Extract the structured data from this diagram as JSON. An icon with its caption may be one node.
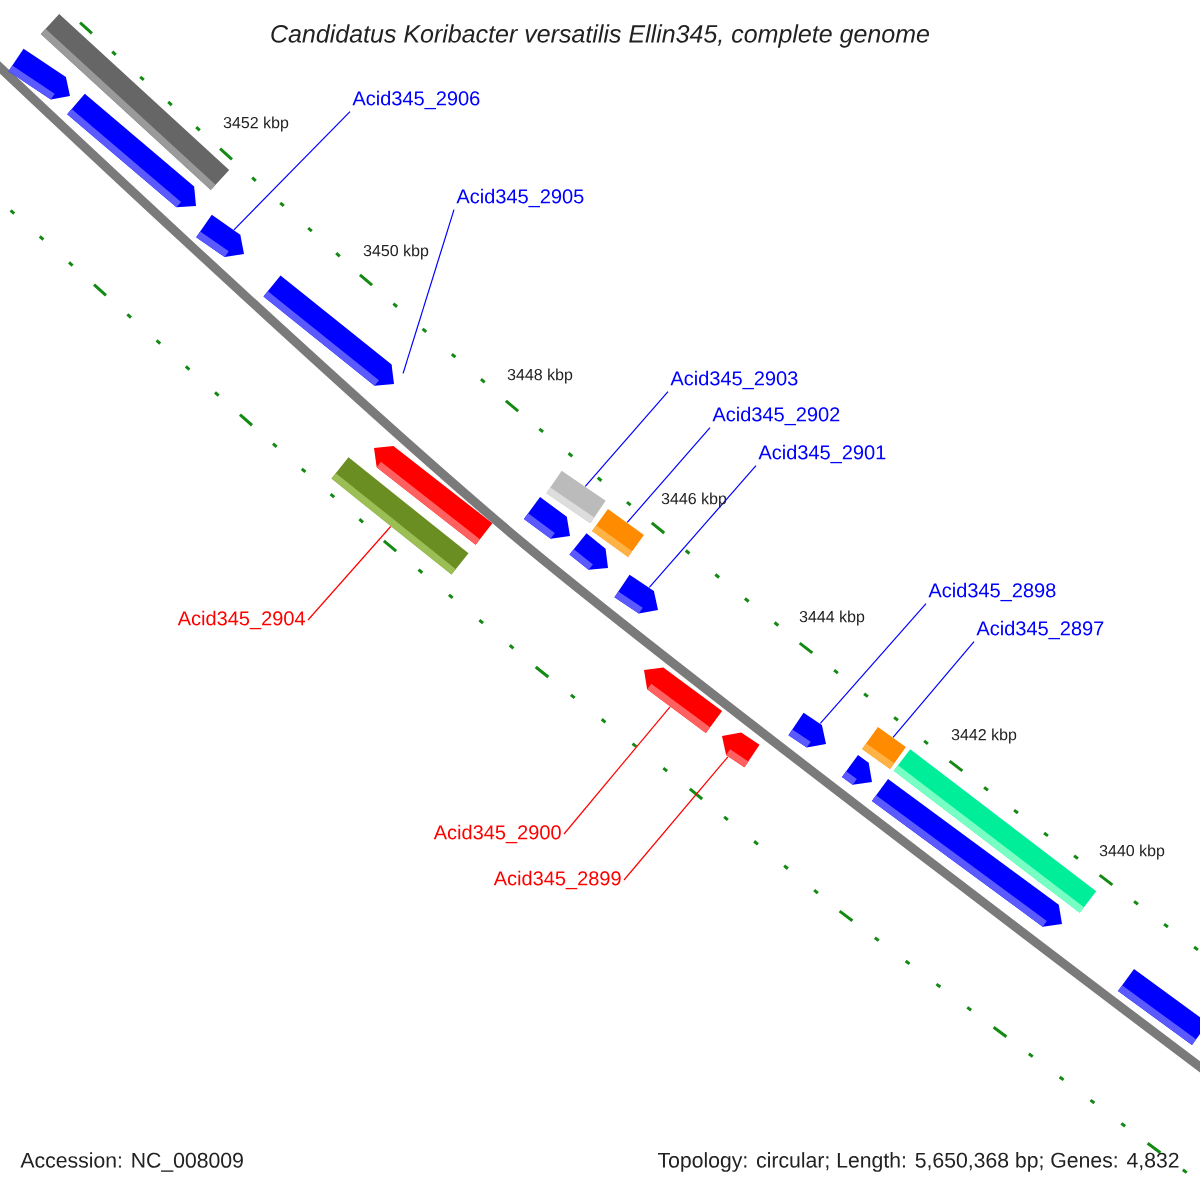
{
  "diagram": {
    "title": "Candidatus Koribacter versatilis Ellin345, complete genome",
    "nodes": [
      {
        "text": [
          "Acid345_2906"
        ]
      },
      {
        "text": [
          "Acid345_2905"
        ]
      },
      {
        "text": [
          "Acid345_2903"
        ]
      },
      {
        "text": [
          "Acid345_2902"
        ]
      },
      {
        "text": [
          "Acid345_2901"
        ]
      },
      {
        "text": [
          "Acid345_2904"
        ]
      },
      {
        "text": [
          "Acid345_2898"
        ]
      },
      {
        "text": [
          "Acid345_2897"
        ]
      },
      {
        "text": [
          "Acid345_2900"
        ]
      },
      {
        "text": [
          "Acid345_2899"
        ]
      },
      {
        "text": [],
        "shape": "arrow"
      },
      {
        "text": [],
        "shape": "bar"
      },
      {
        "text": [],
        "shape": "arrow"
      },
      {
        "text": [],
        "shape": "arrow"
      },
      {
        "text": [],
        "shape": "arrow"
      },
      {
        "text": [],
        "shape": "bar"
      },
      {
        "text": [],
        "shape": "arrow"
      },
      {
        "text": [],
        "shape": "arrow"
      },
      {
        "text": [],
        "shape": "bar"
      },
      {
        "text": [],
        "shape": "arrow"
      },
      {
        "text": [],
        "shape": "bar"
      },
      {
        "text": [],
        "shape": "arrow"
      },
      {
        "text": [],
        "shape": "arrow"
      },
      {
        "text": [],
        "shape": "arrow"
      },
      {
        "text": [],
        "shape": "arrow"
      },
      {
        "text": [],
        "shape": "arrow"
      },
      {
        "text": [],
        "shape": "bar"
      },
      {
        "text": [],
        "shape": "arrow"
      },
      {
        "text": [],
        "shape": "bar"
      },
      {
        "text": [],
        "shape": "bar"
      }
    ],
    "edges": [
      {
        "from": 0,
        "to": 13,
        "arrow": "none"
      },
      {
        "from": 1,
        "to": 14,
        "arrow": "none"
      },
      {
        "from": 2,
        "to": 18,
        "arrow": "none"
      },
      {
        "from": 3,
        "to": 20,
        "arrow": "none"
      },
      {
        "from": 4,
        "to": 21,
        "arrow": "none"
      },
      {
        "from": 5,
        "to": 15,
        "arrow": "none",
        "color": "#ff0000"
      },
      {
        "from": 6,
        "to": 24,
        "arrow": "none"
      },
      {
        "from": 7,
        "to": 26,
        "arrow": "none"
      },
      {
        "from": 8,
        "to": 22,
        "arrow": "none",
        "color": "#ff0000"
      },
      {
        "from": 9,
        "to": 23,
        "arrow": "none",
        "color": "#ff0000"
      }
    ],
    "labels": [
      "3452 kbp",
      "3450 kbp",
      "3448 kbp",
      "3446 kbp",
      "3444 kbp",
      "3442 kbp",
      "3440 kbp",
      "Accession: NC_008009",
      "Topology: circular; Length: 5,650,368 bp; Genes: 4,832"
    ]
  }
}
